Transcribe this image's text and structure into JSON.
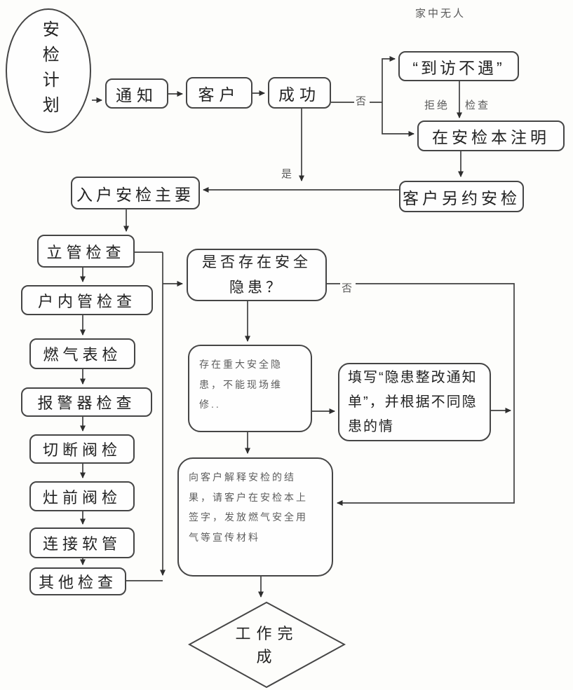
{
  "nodes": {
    "plan": {
      "label": "安检计划"
    },
    "notify": {
      "label": "通知"
    },
    "customer": {
      "label": "客户"
    },
    "success": {
      "label": "成功"
    },
    "visit_missed": {
      "label": "“到访不遇”"
    },
    "note_in_book": {
      "label": "在安检本注明"
    },
    "reschedule": {
      "label": "客户另约安检"
    },
    "main_check": {
      "label": "入户安检主要"
    },
    "riser_check": {
      "label": "立管检查"
    },
    "indoor_pipe_check": {
      "label": "户内管检查"
    },
    "gas_meter_check": {
      "label": "燃气表检"
    },
    "alarm_check": {
      "label": "报警器检查"
    },
    "cutoff_valve_check": {
      "label": "切断阀检"
    },
    "stove_valve_check": {
      "label": "灶前阀检"
    },
    "hose_check": {
      "label": "连接软管"
    },
    "other_check": {
      "label": "其他检查"
    },
    "hazard_question": {
      "label": "是否存在安全隐患？"
    },
    "major_hazard_note": {
      "label": "存在重大安全隐患，不能现场维修.."
    },
    "fill_rectification_notice": {
      "label": "填写“隐患整改通知单”，并根据不同隐患的情"
    },
    "explain_result": {
      "label": "向客户解释安检的结果，请客户在安检本上签字，发放燃气安全用气等宣传材料"
    },
    "work_done": {
      "label": "工作完成"
    }
  },
  "edge_labels": {
    "nobody_home": "家中无人",
    "no_top": "否",
    "yes": "是",
    "refuse": "拒绝",
    "inspect": "检查",
    "no_right": "否"
  },
  "colors": {
    "line": "#3f3f3f",
    "border": "#454545",
    "background": "#fdfdfb"
  }
}
